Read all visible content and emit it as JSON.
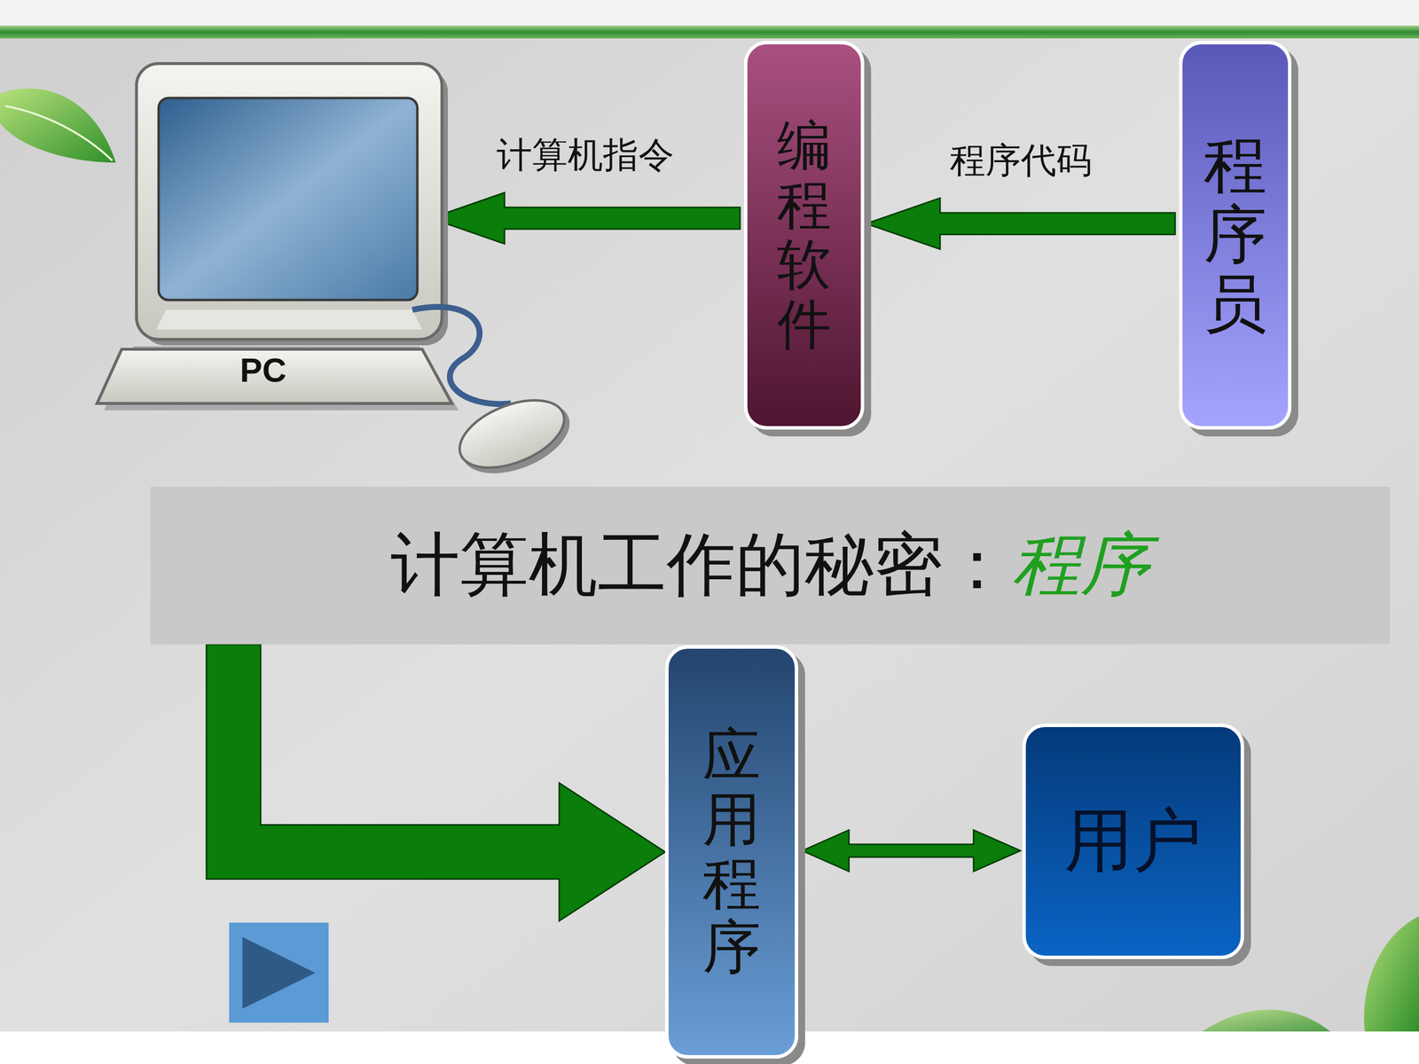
{
  "diagram": {
    "nodes": [
      {
        "text": [
          "PC"
        ]
      },
      {
        "text": [
          "编程软件"
        ]
      },
      {
        "text": [
          "程序员"
        ]
      },
      {
        "text": [
          "计算机工作的秘密：",
          "程序"
        ]
      },
      {
        "text": [
          "应用程序"
        ]
      },
      {
        "text": [
          "用户"
        ]
      }
    ],
    "edges": [
      {
        "from": 2,
        "to": 1,
        "label": "程序代码",
        "arrow": "to"
      },
      {
        "from": 1,
        "to": 0,
        "label": "计算机指令",
        "arrow": "to"
      },
      {
        "from": 3,
        "to": 4,
        "arrow": "to"
      },
      {
        "from": 4,
        "to": 5,
        "arrow": "both"
      }
    ]
  }
}
